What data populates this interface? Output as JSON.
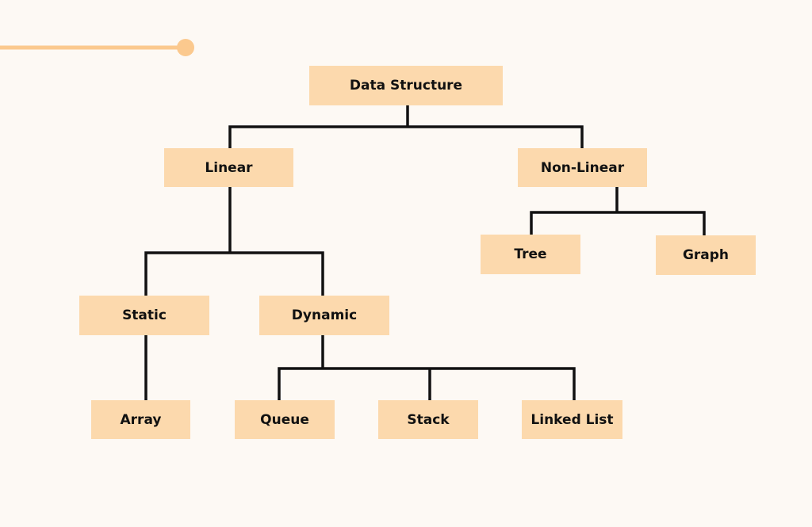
{
  "nodes": {
    "root": "Data Structure",
    "linear": "Linear",
    "non_linear": "Non-Linear",
    "tree": "Tree",
    "graph": "Graph",
    "static": "Static",
    "dynamic": "Dynamic",
    "array": "Array",
    "queue": "Queue",
    "stack": "Stack",
    "linked_list": "Linked List"
  },
  "colors": {
    "background": "#fdf9f4",
    "node_fill": "#fcd9ad",
    "connector": "#111111",
    "accent": "#fbc98e"
  }
}
